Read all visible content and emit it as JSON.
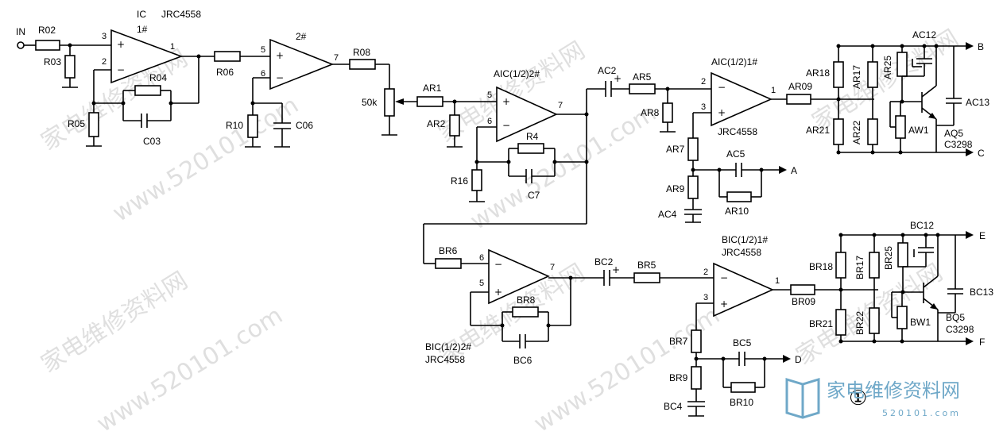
{
  "labels": {
    "in": "IN",
    "r02": "R02",
    "r03": "R03",
    "r04": "R04",
    "r05": "R05",
    "r06": "R06",
    "r08": "R08",
    "r10": "R10",
    "c03": "C03",
    "c06": "C06",
    "ic_label": "IC",
    "ic_chip": "JRC4558",
    "ic1": "1#",
    "ic2": "2#",
    "pot": "50k",
    "ar1": "AR1",
    "ar2": "AR2",
    "r16": "R16",
    "r4": "R4",
    "c7": "C7",
    "aic2": "AIC(1/2)2#",
    "ac2": "AC2",
    "ar5": "AR5",
    "ar8": "AR8",
    "ar7": "AR7",
    "ar9": "AR9",
    "ac4": "AC4",
    "ac5": "AC5",
    "ar10": "AR10",
    "aic1": "AIC(1/2)1#",
    "aic1_chip": "JRC4558",
    "ar09": "AR09",
    "ar18": "AR18",
    "ar17": "AR17",
    "ar25": "AR25",
    "ar21": "AR21",
    "ar22": "AR22",
    "ac12": "AC12",
    "ac13": "AC13",
    "aw1": "AW1",
    "aq5": "AQ5",
    "aq5_part": "C3298",
    "br6": "BR6",
    "br8": "BR8",
    "bc6": "BC6",
    "bic2": "BIC(1/2)2#",
    "bic2_chip": "JRC4558",
    "bc2": "BC2",
    "br5": "BR5",
    "br7": "BR7",
    "br9": "BR9",
    "bc4": "BC4",
    "bc5": "BC5",
    "br10": "BR10",
    "bic1": "BIC(1/2)1#",
    "bic1_chip": "JRC4558",
    "br09": "BR09",
    "br18": "BR18",
    "br17": "BR17",
    "br25": "BR25",
    "br21": "BR21",
    "br22": "BR22",
    "bc12": "BC12",
    "bc13": "BC13",
    "bw1": "BW1",
    "bq5": "BQ5",
    "bq5_part": "C3298",
    "out_a": "A",
    "out_b": "B",
    "out_c": "C",
    "out_d": "D",
    "out_e": "E",
    "out_f": "F",
    "figure_no": "①"
  },
  "pins": {
    "ic1_p3": "3",
    "ic1_p2": "2",
    "ic1_p1": "1",
    "ic2_p5": "5",
    "ic2_p6": "6",
    "ic2_p7": "7",
    "aic2_p5": "5",
    "aic2_p6": "6",
    "aic2_p7": "7",
    "aic1_p2": "2",
    "aic1_p3": "3",
    "aic1_p1": "1",
    "bic2_p6": "6",
    "bic2_p5": "5",
    "bic2_p7": "7",
    "bic1_p2": "2",
    "bic1_p3": "3",
    "bic1_p1": "1"
  },
  "signs": {
    "plus": "+",
    "minus": "−"
  },
  "watermark": {
    "brand_cn": "家电维修资料网",
    "brand_url": "www.520101.com",
    "logo_cn": "家电维修资料网",
    "logo_url": "520101.com",
    "logo_color": "#6fa8c8"
  }
}
